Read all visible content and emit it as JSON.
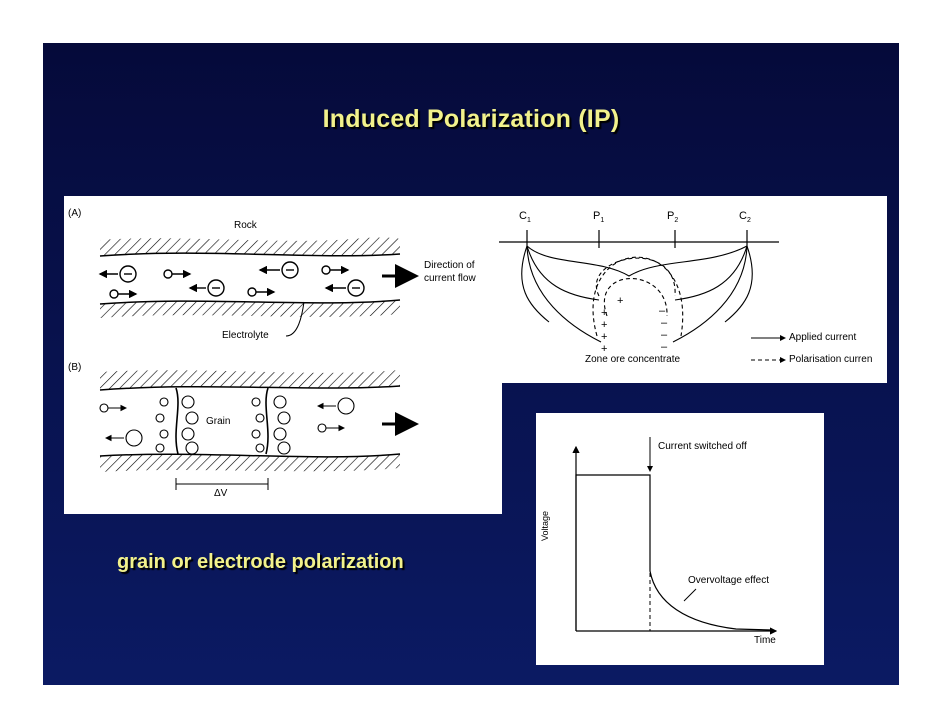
{
  "title": "Induced Polarization (IP)",
  "caption": "grain or electrode polarization",
  "colors": {
    "background": "#0b1a63",
    "title_text": "#f2f28c"
  },
  "panel_a": {
    "label_a": "(A)",
    "label_b": "(B)",
    "rock": "Rock",
    "direction_1": "Direction of",
    "direction_2": "current flow",
    "electrolyte": "Electrolyte",
    "grain": "Grain",
    "delta_v": "ΔV"
  },
  "panel_b": {
    "c1": "C",
    "c1_sub": "1",
    "p1": "P",
    "p1_sub": "1",
    "p2": "P",
    "p2_sub": "2",
    "c2": "C",
    "c2_sub": "2",
    "zone": "Zone ore concentrate",
    "applied": "Applied current",
    "polarisation": "Polarisation curren"
  },
  "panel_c": {
    "switched_off": "Current switched off",
    "voltage": "Voltage",
    "overvoltage": "Overvoltage effect",
    "time": "Time"
  }
}
